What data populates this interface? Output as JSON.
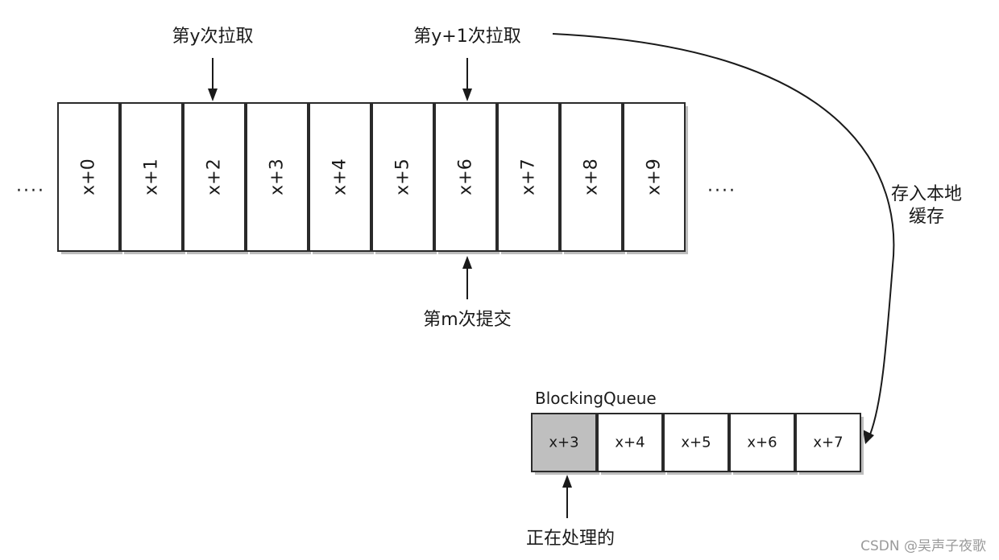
{
  "log": {
    "ellipsis_left": "····",
    "ellipsis_right": "····",
    "cells": [
      "x+0",
      "x+1",
      "x+2",
      "x+3",
      "x+4",
      "x+5",
      "x+6",
      "x+7",
      "x+8",
      "x+9"
    ]
  },
  "pointers": {
    "pull_y": "第y次拉取",
    "pull_y1": "第y+1次拉取",
    "commit_m": "第m次提交"
  },
  "cache_label": {
    "line1": "存入本地",
    "line2": "缓存"
  },
  "queue": {
    "title": "BlockingQueue",
    "cells": [
      "x+3",
      "x+4",
      "x+5",
      "x+6",
      "x+7"
    ],
    "active_index": 0,
    "processing_label": "正在处理的"
  },
  "watermark": "CSDN @吴声子夜歌"
}
